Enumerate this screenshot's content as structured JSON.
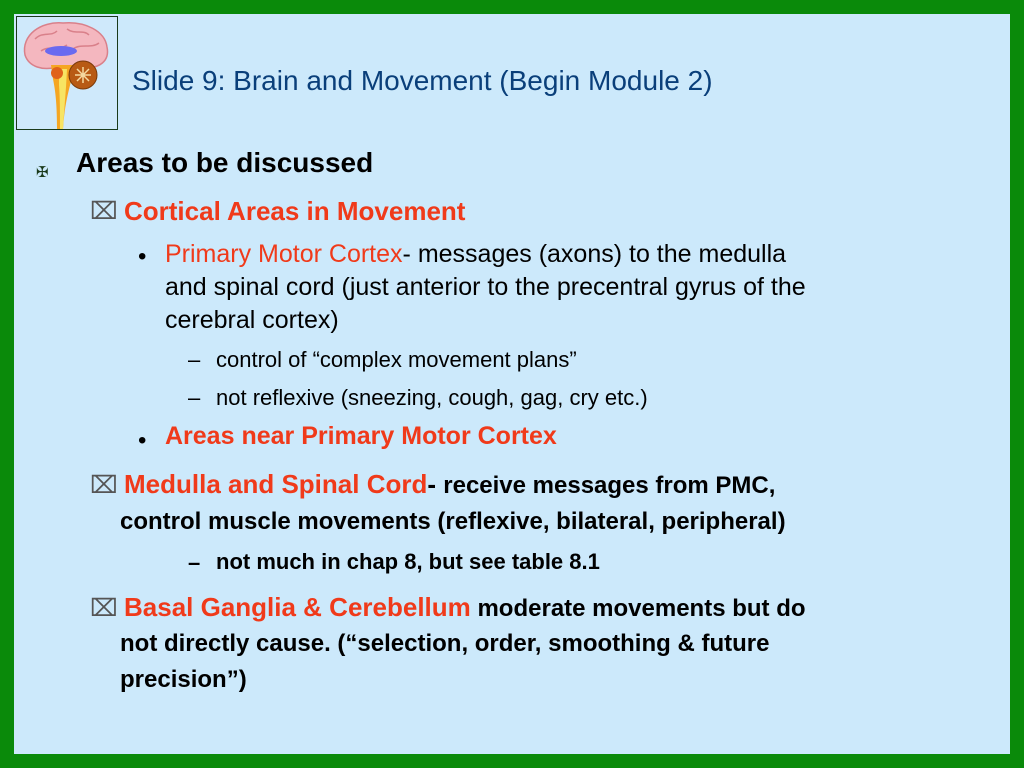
{
  "title": "Slide 9: Brain and Movement (Begin Module 2)",
  "icons": {
    "logo": "brain-diagram",
    "level1": "cross-bullet",
    "level2": "envelope-x-bullet",
    "level3": "dot-bullet",
    "level4": "dash-bullet"
  },
  "colors": {
    "frame": "#0a8a0a",
    "background": "#cce9fb",
    "title": "#0a3f7a",
    "accent": "#f03a1a"
  },
  "main": {
    "heading": "Areas to be discussed",
    "cortical": {
      "label": "Cortical Areas in Movement",
      "pmc": {
        "label": "Primary Motor Cortex",
        "line1_rest": "- messages (axons) to the medulla",
        "line2": "and spinal cord  (just anterior to the precentral gyrus of the",
        "line3": "cerebral cortex)"
      },
      "subs": [
        "control of “complex movement plans”",
        "not reflexive (sneezing, cough, gag, cry etc.)"
      ],
      "near": "Areas near Primary Motor Cortex"
    },
    "medulla": {
      "label": "Medulla and Spinal Cord",
      "dash": "- ",
      "line1_rest": "receive messages from PMC,",
      "line2": "control muscle movements (reflexive, bilateral, peripheral)",
      "sub": "not much in chap 8, but see table 8.1"
    },
    "basal": {
      "label": "Basal Ganglia & Cerebellum",
      "line1_rest": " moderate movements but do",
      "line2": "not directly cause. (“selection, order, smoothing & future",
      "line3": "precision”)"
    }
  }
}
